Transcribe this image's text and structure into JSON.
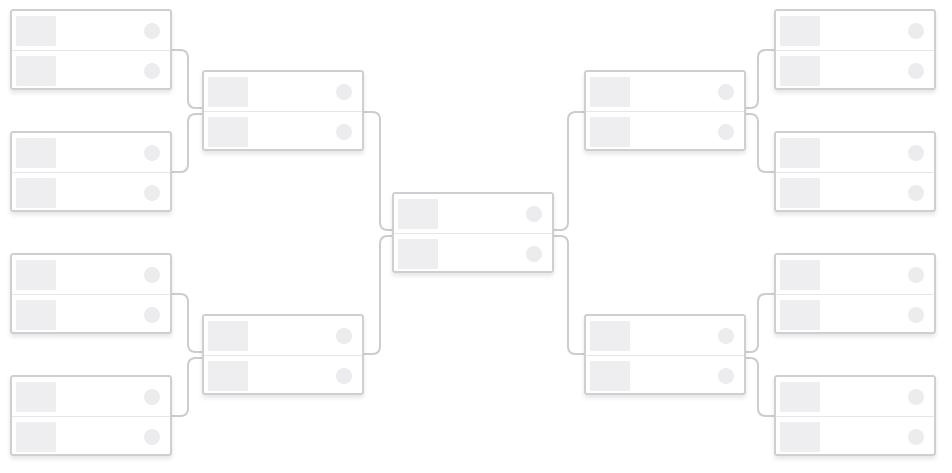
{
  "colors": {
    "background": "#ffffff",
    "card_border": "#cfcfd1",
    "slot_divider": "#e6e6e8",
    "placeholder": "#eeeef0",
    "connector": "#cdcdcf"
  },
  "bracket": {
    "rounds": [
      {
        "round": 1,
        "side": "left",
        "match_count": 4
      },
      {
        "round": 2,
        "side": "left",
        "match_count": 2
      },
      {
        "round": 3,
        "side": "center",
        "match_count": 1
      },
      {
        "round": 2,
        "side": "right",
        "match_count": 2
      },
      {
        "round": 1,
        "side": "right",
        "match_count": 4
      }
    ],
    "slots_per_match": 2,
    "slot_contents": [
      "avatar-placeholder",
      "score-placeholder"
    ]
  }
}
